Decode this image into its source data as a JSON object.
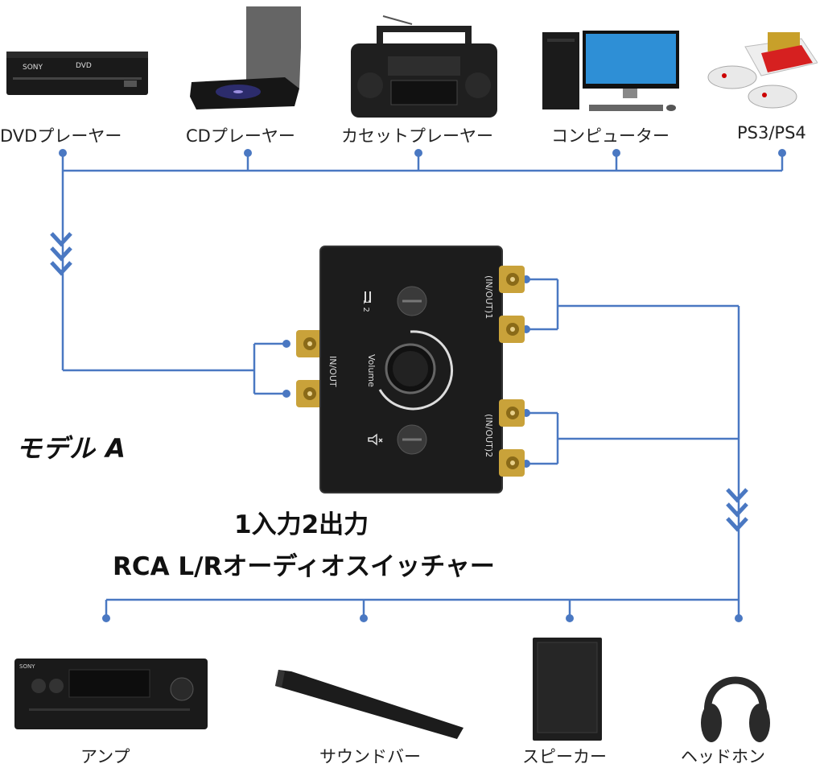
{
  "sources": [
    {
      "id": "dvd",
      "label": "DVDプレーヤー",
      "icon": "dvd-drive-icon"
    },
    {
      "id": "cd",
      "label": "CDプレーヤー",
      "icon": "cd-player-icon"
    },
    {
      "id": "cassette",
      "label": "カセットプレーヤー",
      "icon": "cassette-player-icon"
    },
    {
      "id": "computer",
      "label": "コンピューター",
      "icon": "desktop-computer-icon"
    },
    {
      "id": "ps",
      "label": "PS3/PS4",
      "icon": "game-console-icon"
    }
  ],
  "outputs": [
    {
      "id": "amp",
      "label": "アンプ",
      "icon": "amplifier-icon"
    },
    {
      "id": "soundbar",
      "label": "サウンドバー",
      "icon": "soundbar-icon"
    },
    {
      "id": "speaker",
      "label": "スピーカー",
      "icon": "speaker-icon"
    },
    {
      "id": "headphone",
      "label": "ヘッドホン",
      "icon": "headphones-icon"
    }
  ],
  "device": {
    "left_port_label": "IN/OUT",
    "right_port1_label": "(IN/OUT)1",
    "right_port2_label": "(IN/OUT)2",
    "volume_label": "Volume",
    "selector_label": "1 2",
    "mute_icon": "mute-icon"
  },
  "model_label": "モデル A",
  "title_line1": "1入力2出力",
  "title_line2": "RCA L/Rオーディオスイッチャー",
  "colors": {
    "wire": "#4a78c2",
    "device_body": "#1c1c1c",
    "connector_gold": "#c9a23a"
  }
}
